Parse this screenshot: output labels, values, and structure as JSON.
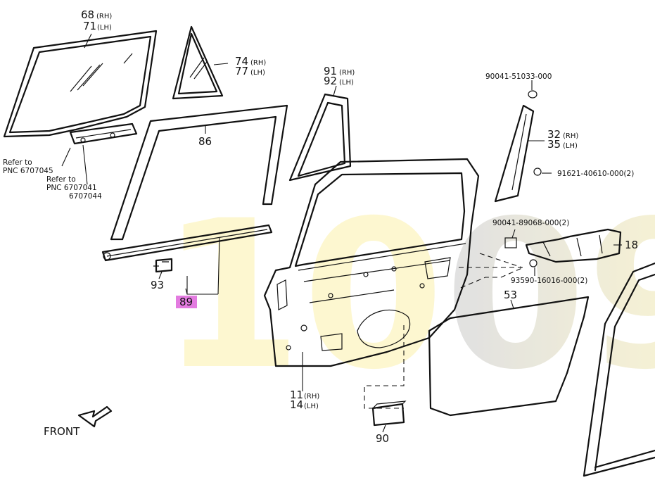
{
  "watermark": {
    "text": "1009",
    "color_a": "#fdf6c8",
    "color_b": "#dcdcdc"
  },
  "highlight_color": "#e37be0",
  "labels": {
    "p68": "68",
    "p68_side": "(RH)",
    "p71": "71",
    "p71_side": "(LH)",
    "p74": "74",
    "p74_side": "(RH)",
    "p77": "77",
    "p77_side": "(LH)",
    "p86": "86",
    "refer1_line1": "Refer to",
    "refer1_line2": "PNC 6707045",
    "refer2_line1": "Refer to",
    "refer2_line2": "PNC 6707041",
    "refer2_line3": "6707044",
    "p91": "91",
    "p91_side": "(RH)",
    "p92": "92",
    "p92_side": "(LH)",
    "part_90041_51033": "90041-51033-000",
    "p32": "32",
    "p32_side": "(RH)",
    "p35": "35",
    "p35_side": "(LH)",
    "part_91621": "91621-40610-000(2)",
    "part_90041_89068": "90041-89068-000(2)",
    "p18": "18",
    "part_93590": "93590-16016-000(2)",
    "p93": "93",
    "p89": "89",
    "p53": "53",
    "p11": "11",
    "p11_side": "(RH)",
    "p14": "14",
    "p14_side": "(LH)",
    "p90": "90",
    "front": "FRONT"
  }
}
